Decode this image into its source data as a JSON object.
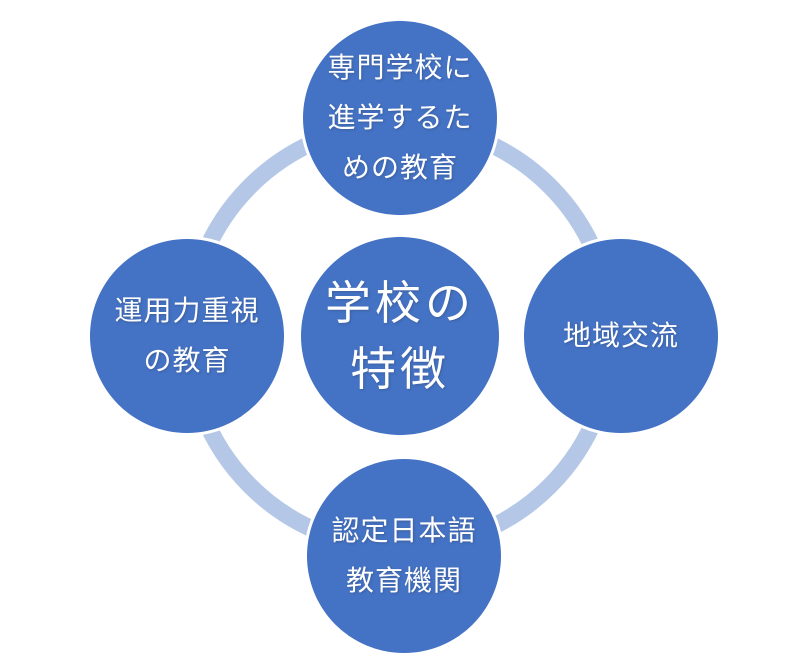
{
  "diagram": {
    "type": "cycle-smartart",
    "center": {
      "label": "学校の\n特徴"
    },
    "nodes": [
      {
        "position": "top",
        "label": "専門学校に\n進学するた\nめの教育"
      },
      {
        "position": "right",
        "label": "地域交流"
      },
      {
        "position": "bottom",
        "label": "認定日本語\n教育機関"
      },
      {
        "position": "left",
        "label": "運用力重視\nの教育"
      }
    ],
    "colors": {
      "node_fill": "#4472c4",
      "ring": "#b4c7e7",
      "text": "#ffffff",
      "background": "#ffffff"
    }
  }
}
